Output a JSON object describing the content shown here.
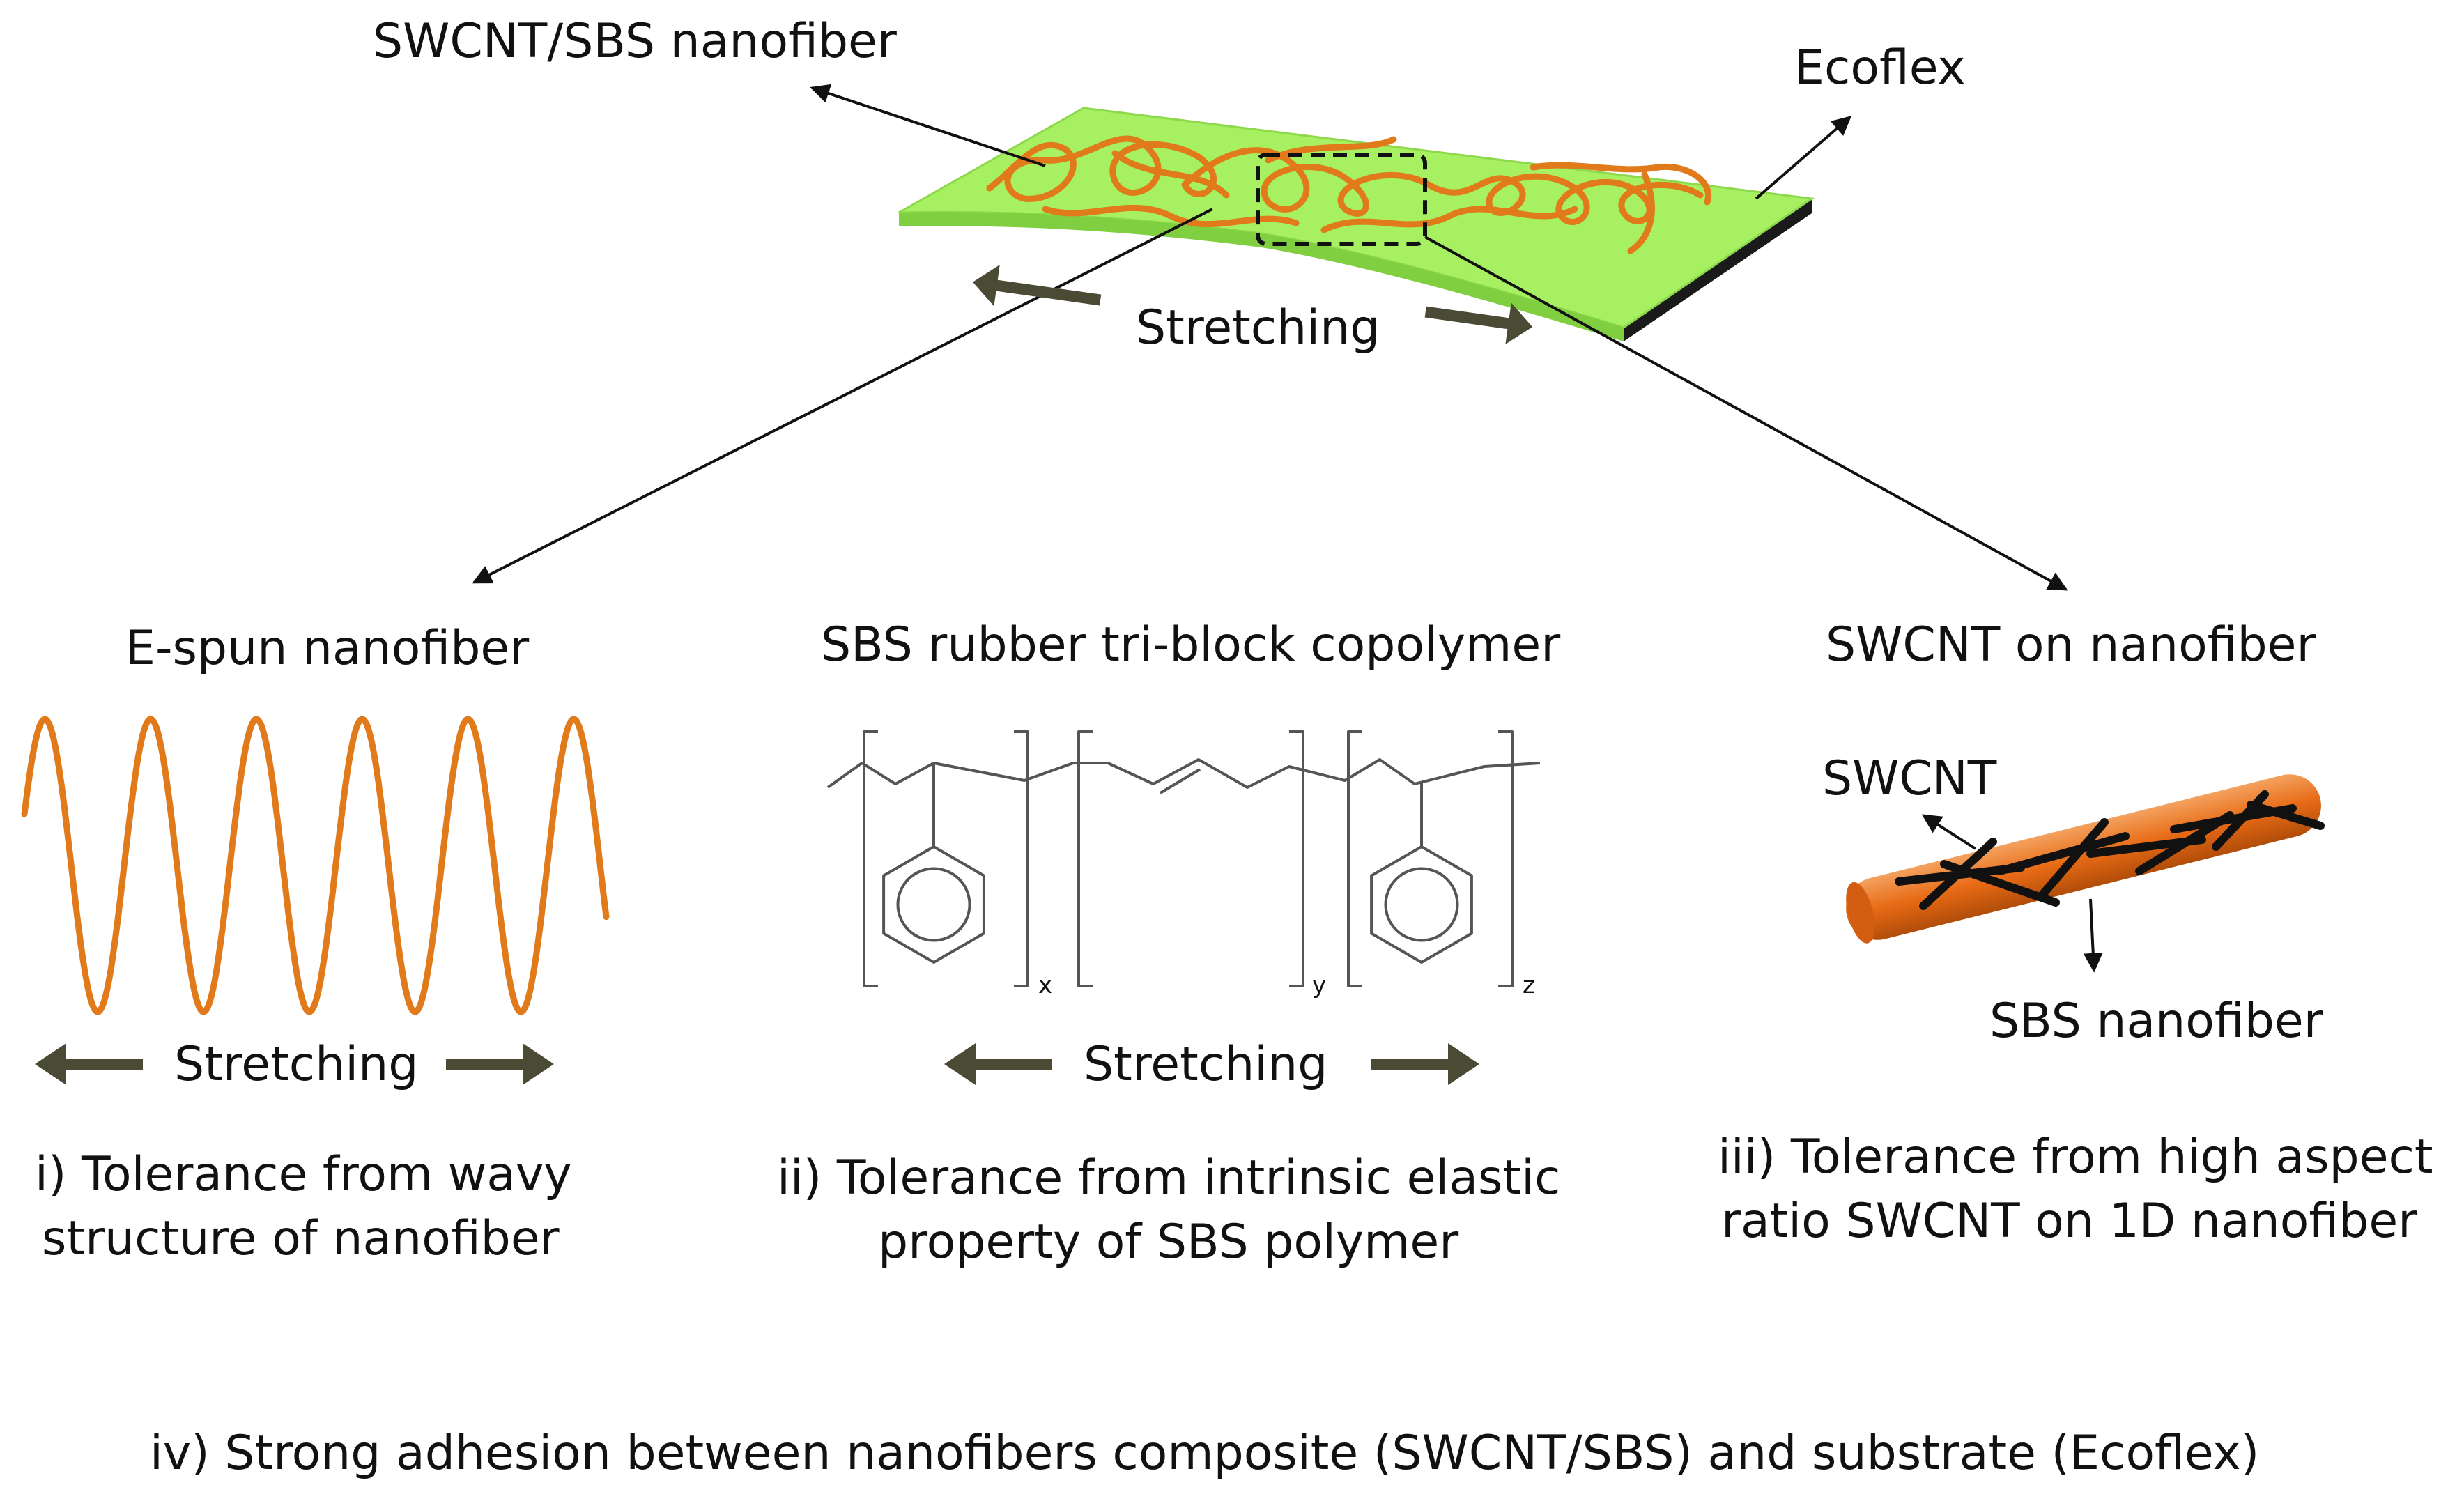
{
  "labels": {
    "top_fiber": "SWCNT/SBS nanofiber",
    "substrate": "Ecoflex",
    "stretching_top": "Stretching",
    "espun_title": "E-spun nanofiber",
    "sbs_title": "SBS rubber tri-block copolymer",
    "swcnt_title": "SWCNT on nanofiber",
    "stretching_left": "Stretching",
    "stretching_mid": "Stretching",
    "swcnt_label": "SWCNT",
    "sbs_fiber_label": "SBS nanofiber",
    "sub_x": "x",
    "sub_y": "y",
    "sub_z": "z"
  },
  "captions": {
    "i_line1": "i) Tolerance from wavy",
    "i_line2": "structure of nanofiber",
    "ii_line1": "ii) Tolerance from intrinsic elastic",
    "ii_line2": "property of SBS polymer",
    "iii_line1": "iii) Tolerance from high aspect",
    "iii_line2": "ratio SWCNT on 1D nanofiber",
    "iv": "iv) Strong adhesion between nanofibers composite (SWCNT/SBS) and substrate (Ecoflex)"
  },
  "colors": {
    "substrate_top": "#a6f062",
    "substrate_side": "#1a1a1a",
    "fiber": "#e07a1a",
    "fiber_tube": "#e86b16",
    "arrow_dark": "#4a4a35",
    "line": "#111111"
  },
  "icons": {
    "stretch_arrow": "thick-arrow-icon",
    "pointer": "arrow-line-icon"
  }
}
